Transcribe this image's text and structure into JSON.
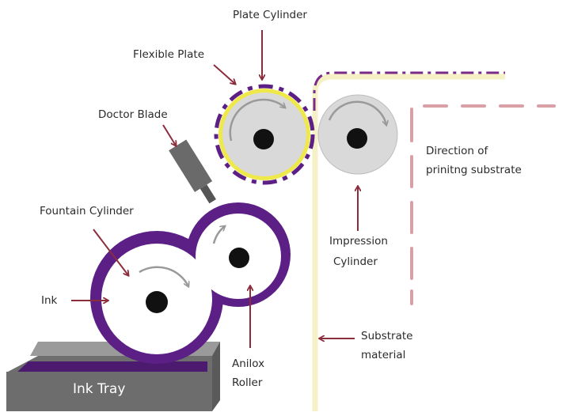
{
  "labels": {
    "plate_cylinder": "Plate Cylinder",
    "flexible_plate": "Flexible Plate",
    "doctor_blade": "Doctor Blade",
    "fountain_cylinder": "Fountain Cylinder",
    "ink": "Ink",
    "ink_tray": "Ink Tray",
    "anilox_roller_line1": "Anilox",
    "anilox_roller_line2": "Roller",
    "impression_cylinder_line1": "Impression",
    "impression_cylinder_line2": "Cylinder",
    "direction_line1": "Direction of",
    "direction_line2": "prinitng substrate",
    "substrate_line1": "Substrate",
    "substrate_line2": "material"
  },
  "colors": {
    "ink_purple": "#5b1f86",
    "arrow_red": "#8c2d3c",
    "direction_arrow": "#d9a0a6",
    "roller_grey": "#d9d9d9",
    "tray_grey": "#6d6d6d",
    "plate_yellow": "#efe84a",
    "substrate_cream": "#f5f1c4"
  }
}
